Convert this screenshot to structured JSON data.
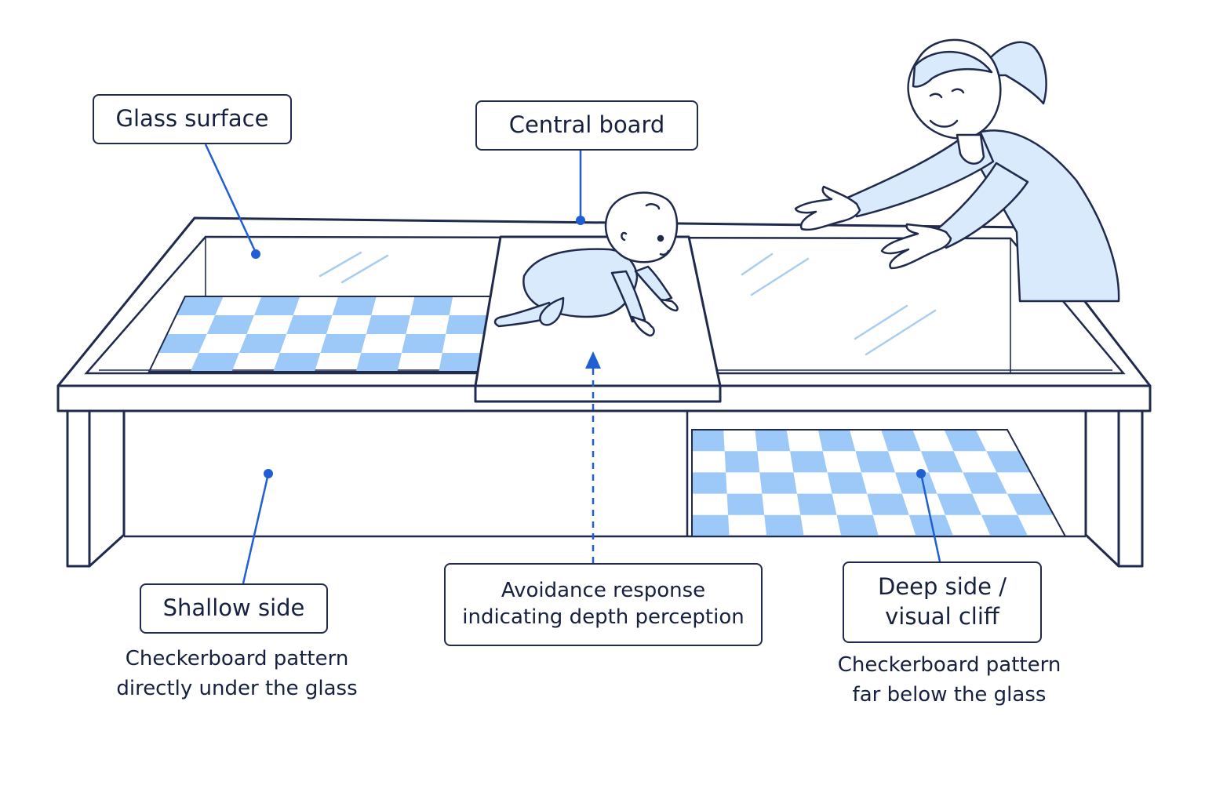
{
  "labels": {
    "glass_surface": "Glass surface",
    "central_board": "Central board",
    "shallow_side": "Shallow side",
    "avoidance_line1": "Avoidance response",
    "avoidance_line2": "indicating depth perception",
    "deep_line1": "Deep side /",
    "deep_line2": "visual cliff"
  },
  "captions": {
    "shallow_line1": "Checkerboard pattern",
    "shallow_line2": "directly under the glass",
    "deep_line1": "Checkerboard pattern",
    "deep_line2": "far below the glass"
  },
  "colors": {
    "outline": "#1f2a4d",
    "accent": "#1f5fd1",
    "checker": "#9cc9f7",
    "skin": "#d8eafc",
    "glass_highlight": "#a9cdf0"
  },
  "icons": [
    "infant-figure",
    "adult-figure"
  ]
}
